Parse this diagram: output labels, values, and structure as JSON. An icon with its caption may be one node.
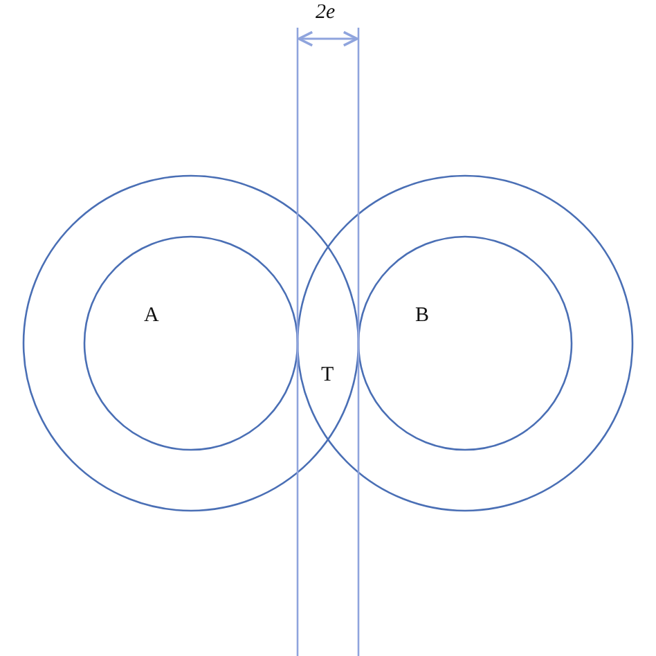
{
  "diagram": {
    "labels": [
      "2e",
      "A",
      "B",
      "T"
    ]
  }
}
